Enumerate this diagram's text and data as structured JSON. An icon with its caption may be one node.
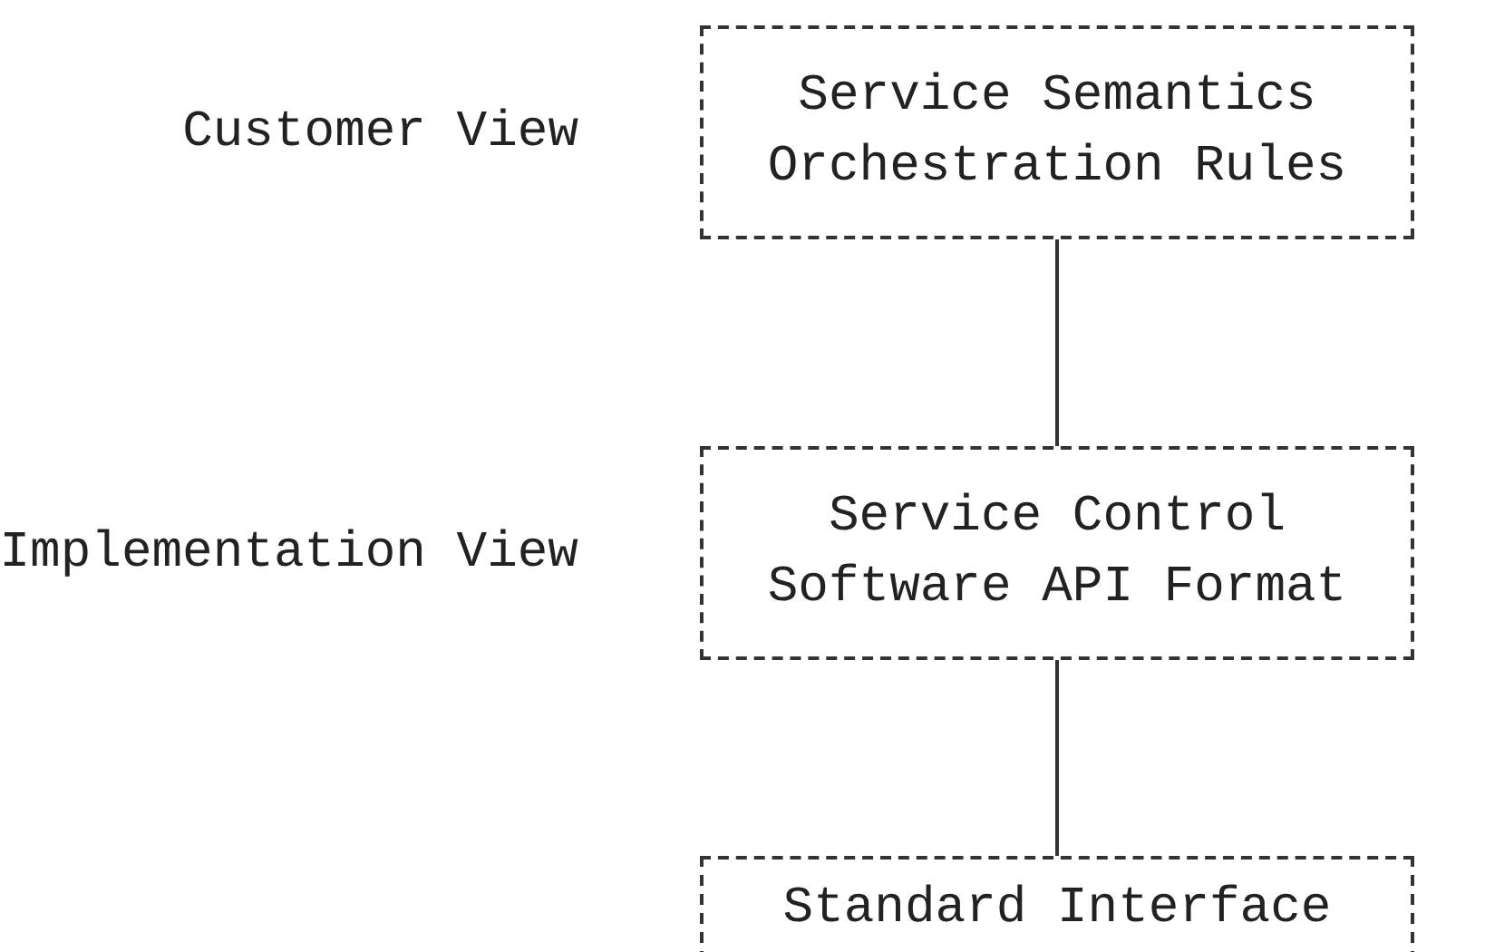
{
  "diagram": {
    "nodes": [
      {
        "text": [
          "Service Semantics",
          "Orchestration Rules"
        ],
        "beside": [
          "Customer View"
        ]
      },
      {
        "text": [
          "Service Control",
          "Software API Format"
        ],
        "beside": [
          "Implementation View"
        ]
      },
      {
        "text": [
          "Standard Interface"
        ]
      }
    ],
    "edges": [
      {
        "from": 0,
        "to": 1,
        "arrow": "none"
      },
      {
        "from": 1,
        "to": 2,
        "arrow": "none"
      }
    ]
  }
}
